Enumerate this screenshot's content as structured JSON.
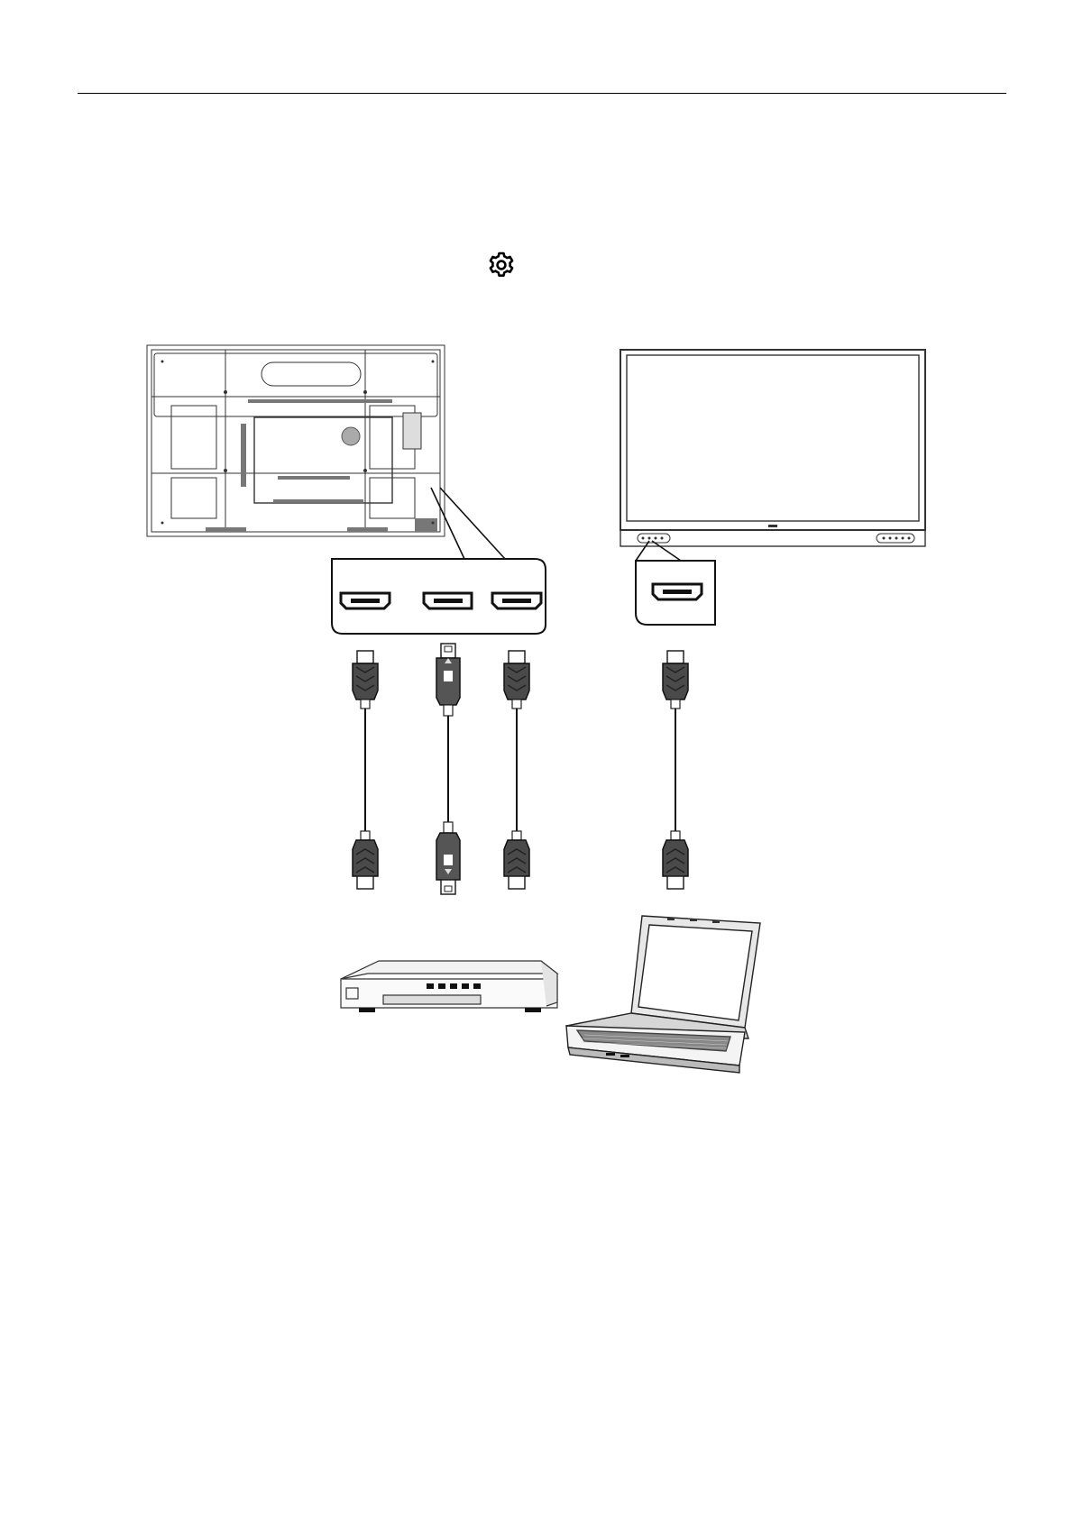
{
  "page": {
    "settings_icon": "gear-icon"
  },
  "diagram": {
    "devices": [
      {
        "id": "display-rear",
        "icon": "display-rear-view"
      },
      {
        "id": "display-front",
        "icon": "display-front-view"
      },
      {
        "id": "media-player",
        "icon": "media-player-box"
      },
      {
        "id": "laptop",
        "icon": "laptop"
      }
    ],
    "rear_ports": [
      "hdmi",
      "displayport",
      "hdmi"
    ],
    "front_ports": [
      "hdmi"
    ],
    "cables": [
      "hdmi-cable",
      "displayport-cable",
      "hdmi-cable",
      "hdmi-cable"
    ]
  }
}
